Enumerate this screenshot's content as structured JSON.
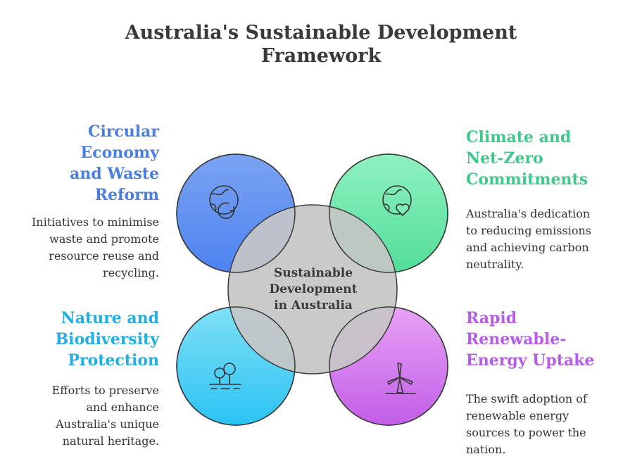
{
  "title": {
    "line1": "Australia's Sustainable Development",
    "line2": "Framework"
  },
  "center": {
    "lines": [
      "Sustainable",
      "Development",
      "in Australia"
    ]
  },
  "topics": {
    "circular": {
      "heading": [
        "Circular",
        "Economy",
        "and Waste",
        "Reform"
      ],
      "description": [
        "Initiatives to minimise",
        "waste and promote",
        "resource reuse and",
        "recycling."
      ],
      "color": "#4a7fe0",
      "icon": "recycle-globe-icon"
    },
    "climate": {
      "heading": [
        "Climate and",
        "Net-Zero",
        "Commitments"
      ],
      "description": [
        "Australia's dedication",
        "to reducing emissions",
        "and achieving carbon",
        "neutrality."
      ],
      "color": "#3dc98a",
      "icon": "globe-heart-icon"
    },
    "nature": {
      "heading": [
        "Nature and",
        "Biodiversity",
        "Protection"
      ],
      "description": [
        "Efforts to preserve",
        "and enhance",
        "Australia's unique",
        "natural heritage."
      ],
      "color": "#22aee0",
      "icon": "trees-icon"
    },
    "renewable": {
      "heading": [
        "Rapid",
        "Renewable-",
        "Energy Uptake"
      ],
      "description": [
        "The swift adoption of",
        "renewable energy",
        "sources to power the",
        "nation."
      ],
      "color": "#b65ce6",
      "icon": "wind-turbine-icon"
    }
  }
}
